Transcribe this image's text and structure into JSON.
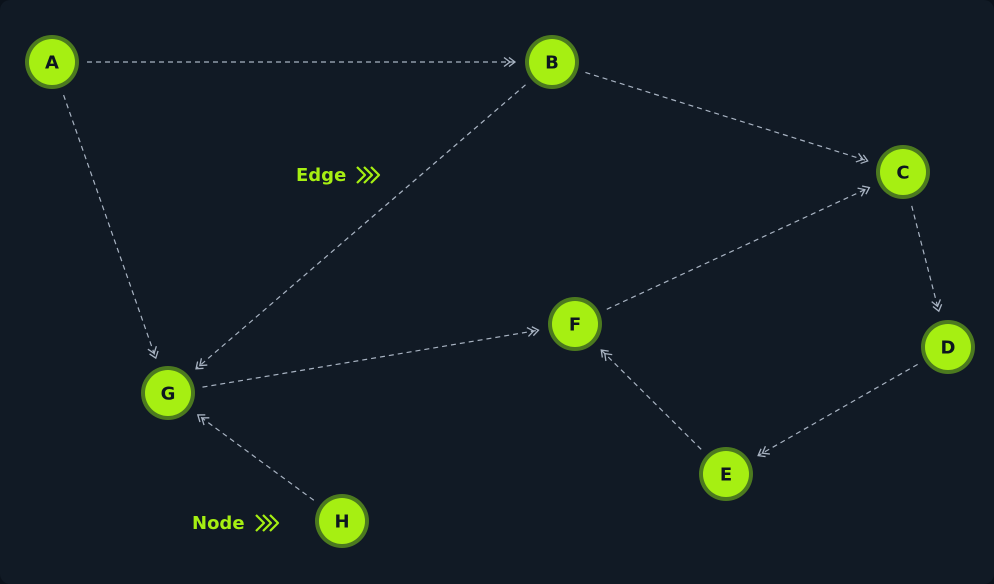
{
  "legend": {
    "edge_label": "Edge",
    "node_label": "Node",
    "edge_icon": "triple-chevron-right-icon",
    "node_icon": "triple-chevron-right-icon"
  },
  "colors": {
    "background": "#111a25",
    "node_fill": "#a6ef12",
    "node_ring": "#4c7a1f",
    "node_text": "#0d1620",
    "edge_stroke": "#a8b3c2",
    "accent": "#a6ef12"
  },
  "graph": {
    "nodes": [
      {
        "id": "A",
        "label": "A"
      },
      {
        "id": "B",
        "label": "B"
      },
      {
        "id": "C",
        "label": "C"
      },
      {
        "id": "D",
        "label": "D"
      },
      {
        "id": "E",
        "label": "E"
      },
      {
        "id": "F",
        "label": "F"
      },
      {
        "id": "G",
        "label": "G"
      },
      {
        "id": "H",
        "label": "H"
      }
    ],
    "edges": [
      {
        "from": "A",
        "to": "B"
      },
      {
        "from": "A",
        "to": "G"
      },
      {
        "from": "B",
        "to": "C"
      },
      {
        "from": "B",
        "to": "G"
      },
      {
        "from": "C",
        "to": "D"
      },
      {
        "from": "D",
        "to": "E"
      },
      {
        "from": "E",
        "to": "F"
      },
      {
        "from": "F",
        "to": "C"
      },
      {
        "from": "G",
        "to": "F"
      },
      {
        "from": "H",
        "to": "G"
      }
    ]
  }
}
